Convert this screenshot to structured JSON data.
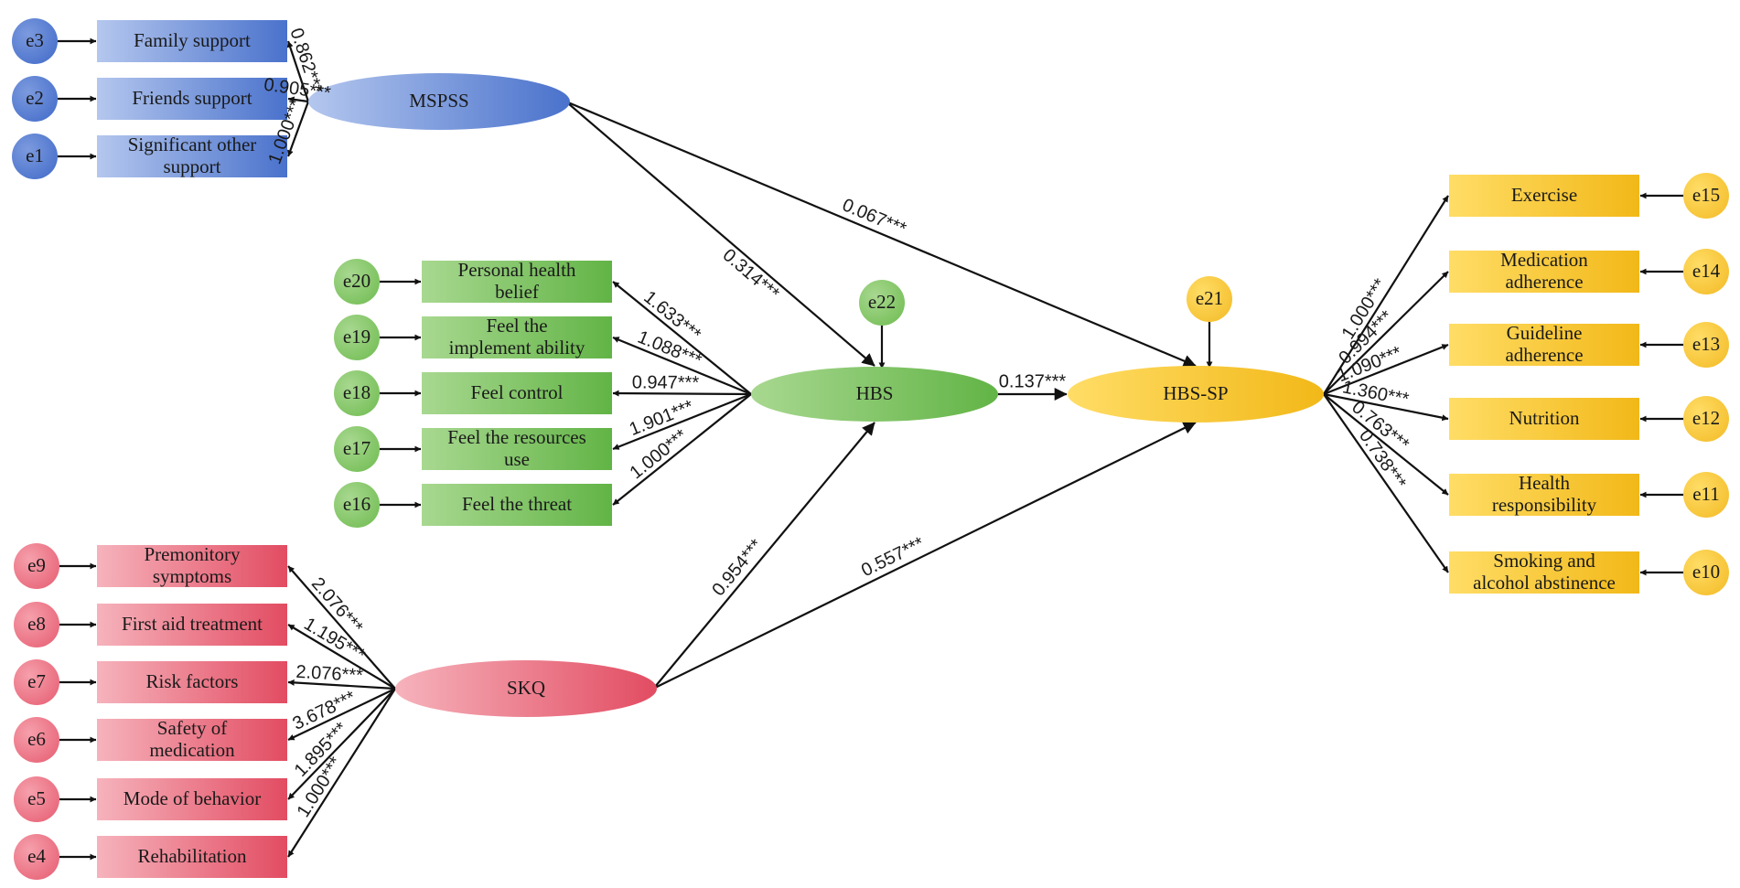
{
  "colors": {
    "blue_light": "#b4c7ee",
    "blue_dark": "#4a72cc",
    "green_light": "#a8d890",
    "green_dark": "#62b446",
    "red_light": "#f6b3bc",
    "red_dark": "#e24c62",
    "yellow_light": "#ffdd66",
    "yellow_dark": "#f2b818"
  },
  "latents": [
    {
      "id": "mspss",
      "label": "MSPSS",
      "group": "blue"
    },
    {
      "id": "hbs",
      "label": "HBS",
      "group": "green"
    },
    {
      "id": "hbssp",
      "label": "HBS-SP",
      "group": "yellow"
    },
    {
      "id": "skq",
      "label": "SKQ",
      "group": "red"
    }
  ],
  "indicators": [
    {
      "id": "family",
      "lines": [
        "Family support"
      ],
      "group": "blue",
      "error": "e3",
      "latent": "mspss",
      "loading": "0.862***"
    },
    {
      "id": "friends",
      "lines": [
        "Friends support"
      ],
      "group": "blue",
      "error": "e2",
      "latent": "mspss",
      "loading": "0.905***"
    },
    {
      "id": "sigother",
      "lines": [
        "Significant other",
        "support"
      ],
      "group": "blue",
      "error": "e1",
      "latent": "mspss",
      "loading": "1.000***"
    },
    {
      "id": "phb",
      "lines": [
        "Personal health",
        "belief"
      ],
      "group": "green",
      "error": "e20",
      "latent": "hbs",
      "loading": "1.633***"
    },
    {
      "id": "fia",
      "lines": [
        "Feel the",
        "implement ability"
      ],
      "group": "green",
      "error": "e19",
      "latent": "hbs",
      "loading": "1.088***"
    },
    {
      "id": "fc",
      "lines": [
        "Feel control"
      ],
      "group": "green",
      "error": "e18",
      "latent": "hbs",
      "loading": "0.947***"
    },
    {
      "id": "fru",
      "lines": [
        "Feel the resources",
        "use"
      ],
      "group": "green",
      "error": "e17",
      "latent": "hbs",
      "loading": "1.901***"
    },
    {
      "id": "ft",
      "lines": [
        "Feel the threat"
      ],
      "group": "green",
      "error": "e16",
      "latent": "hbs",
      "loading": "1.000***"
    },
    {
      "id": "prem",
      "lines": [
        "Premonitory",
        "symptoms"
      ],
      "group": "red",
      "error": "e9",
      "latent": "skq",
      "loading": "2.076***"
    },
    {
      "id": "fat",
      "lines": [
        "First aid treatment"
      ],
      "group": "red",
      "error": "e8",
      "latent": "skq",
      "loading": "1.195***"
    },
    {
      "id": "risk",
      "lines": [
        "Risk factors"
      ],
      "group": "red",
      "error": "e7",
      "latent": "skq",
      "loading": "2.076***"
    },
    {
      "id": "safety",
      "lines": [
        "Safety of",
        "medication"
      ],
      "group": "red",
      "error": "e6",
      "latent": "skq",
      "loading": "3.678***"
    },
    {
      "id": "mode",
      "lines": [
        "Mode of behavior"
      ],
      "group": "red",
      "error": "e5",
      "latent": "skq",
      "loading": "1.895***"
    },
    {
      "id": "rehab",
      "lines": [
        "Rehabilitation"
      ],
      "group": "red",
      "error": "e4",
      "latent": "skq",
      "loading": "1.000***"
    },
    {
      "id": "exercise",
      "lines": [
        "Exercise"
      ],
      "group": "yellow",
      "error": "e15",
      "latent": "hbssp",
      "loading": "1.000***"
    },
    {
      "id": "medadh",
      "lines": [
        "Medication",
        "adherence"
      ],
      "group": "yellow",
      "error": "e14",
      "latent": "hbssp",
      "loading": "0.994***"
    },
    {
      "id": "guide",
      "lines": [
        "Guideline",
        "adherence"
      ],
      "group": "yellow",
      "error": "e13",
      "latent": "hbssp",
      "loading": "1.090***"
    },
    {
      "id": "nutrition",
      "lines": [
        "Nutrition"
      ],
      "group": "yellow",
      "error": "e12",
      "latent": "hbssp",
      "loading": "1.360***"
    },
    {
      "id": "healthresp",
      "lines": [
        "Health",
        "responsibility"
      ],
      "group": "yellow",
      "error": "e11",
      "latent": "hbssp",
      "loading": "0.763***"
    },
    {
      "id": "smoking",
      "lines": [
        "Smoking and",
        "alcohol abstinence"
      ],
      "group": "yellow",
      "error": "e10",
      "latent": "hbssp",
      "loading": "0.738***"
    }
  ],
  "disturbances": [
    {
      "id": "e22",
      "label": "e22",
      "group": "green",
      "target": "hbs"
    },
    {
      "id": "e21",
      "label": "e21",
      "group": "yellow",
      "target": "hbssp"
    }
  ],
  "paths": [
    {
      "from": "mspss",
      "to": "hbs",
      "coef": "0.314***"
    },
    {
      "from": "mspss",
      "to": "hbssp",
      "coef": "0.067***"
    },
    {
      "from": "hbs",
      "to": "hbssp",
      "coef": "0.137***"
    },
    {
      "from": "skq",
      "to": "hbs",
      "coef": "0.954***"
    },
    {
      "from": "skq",
      "to": "hbssp",
      "coef": "0.557***"
    }
  ]
}
